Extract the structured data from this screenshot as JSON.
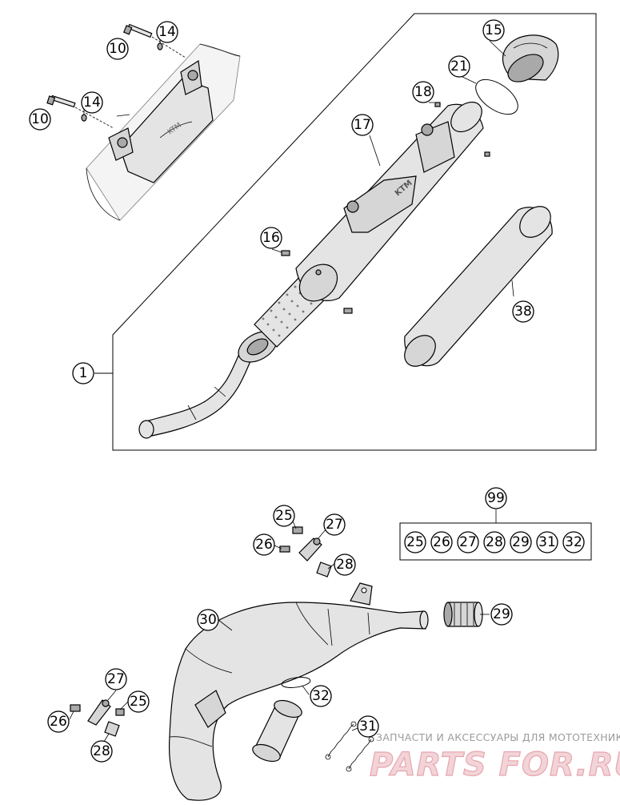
{
  "callouts": {
    "c1": "1",
    "c10a": "10",
    "c10b": "10",
    "c14a": "14",
    "c14b": "14",
    "c15": "15",
    "c16": "16",
    "c17": "17",
    "c18": "18",
    "c21": "21",
    "c38": "38",
    "c99": "99",
    "kit25": "25",
    "kit26": "26",
    "kit27": "27",
    "kit28": "28",
    "kit29": "29",
    "kit31": "31",
    "kit32": "32",
    "c25a": "25",
    "c26a": "26",
    "c27a": "27",
    "c28a": "28",
    "c30": "30",
    "c29": "29",
    "c32": "32",
    "c31": "31",
    "c27b": "27",
    "c25b": "25",
    "c26b": "26",
    "c28b": "28"
  },
  "watermark": {
    "tagline": "ЗАПЧАСТИ И АКСЕССУАРЫ ДЛЯ МОТОТЕХНИКИ",
    "brand": "PARTS FOR.RU"
  },
  "colors": {
    "line": "#000000",
    "part_fill": "#d6d6d6",
    "watermark": "#e7a6ae"
  }
}
